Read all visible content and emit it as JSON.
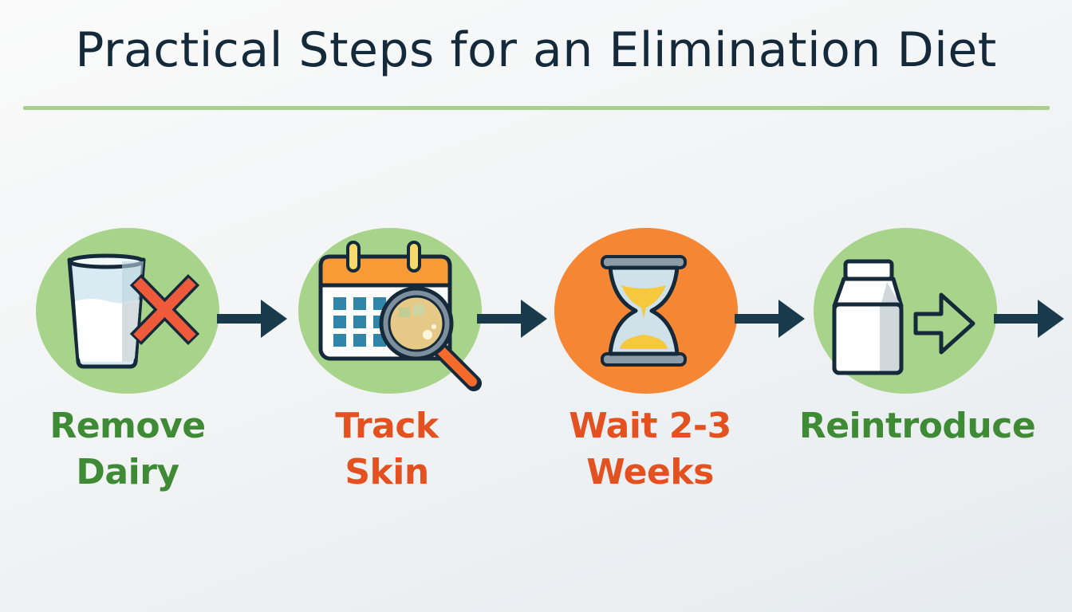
{
  "title": "Practical Steps for an Elimination Diet",
  "colors": {
    "title": "#14293a",
    "rule": "#a9cf8e",
    "circle_green": "#a8d38a",
    "circle_orange": "#f58634",
    "label_green": "#3f8a35",
    "label_orange": "#e2511f",
    "arrow": "#183a4a"
  },
  "steps": [
    {
      "icon": "milk-glass-crossed-icon",
      "label_line1": "Remove",
      "label_line2": "Dairy",
      "circle_color": "green",
      "label_color": "green"
    },
    {
      "icon": "calendar-magnifier-icon",
      "label_line1": "Track",
      "label_line2": "Skin",
      "circle_color": "green",
      "label_color": "orange"
    },
    {
      "icon": "hourglass-icon",
      "label_line1": "Wait 2-3",
      "label_line2": "Weeks",
      "circle_color": "orange",
      "label_color": "orange"
    },
    {
      "icon": "milk-carton-arrow-icon",
      "label_line1": "Reintroduce",
      "label_line2": "",
      "circle_color": "green",
      "label_color": "green"
    }
  ],
  "arrows": [
    {
      "icon": "right-arrow-icon"
    },
    {
      "icon": "right-arrow-icon"
    },
    {
      "icon": "right-arrow-icon"
    },
    {
      "icon": "right-arrow-icon"
    }
  ]
}
